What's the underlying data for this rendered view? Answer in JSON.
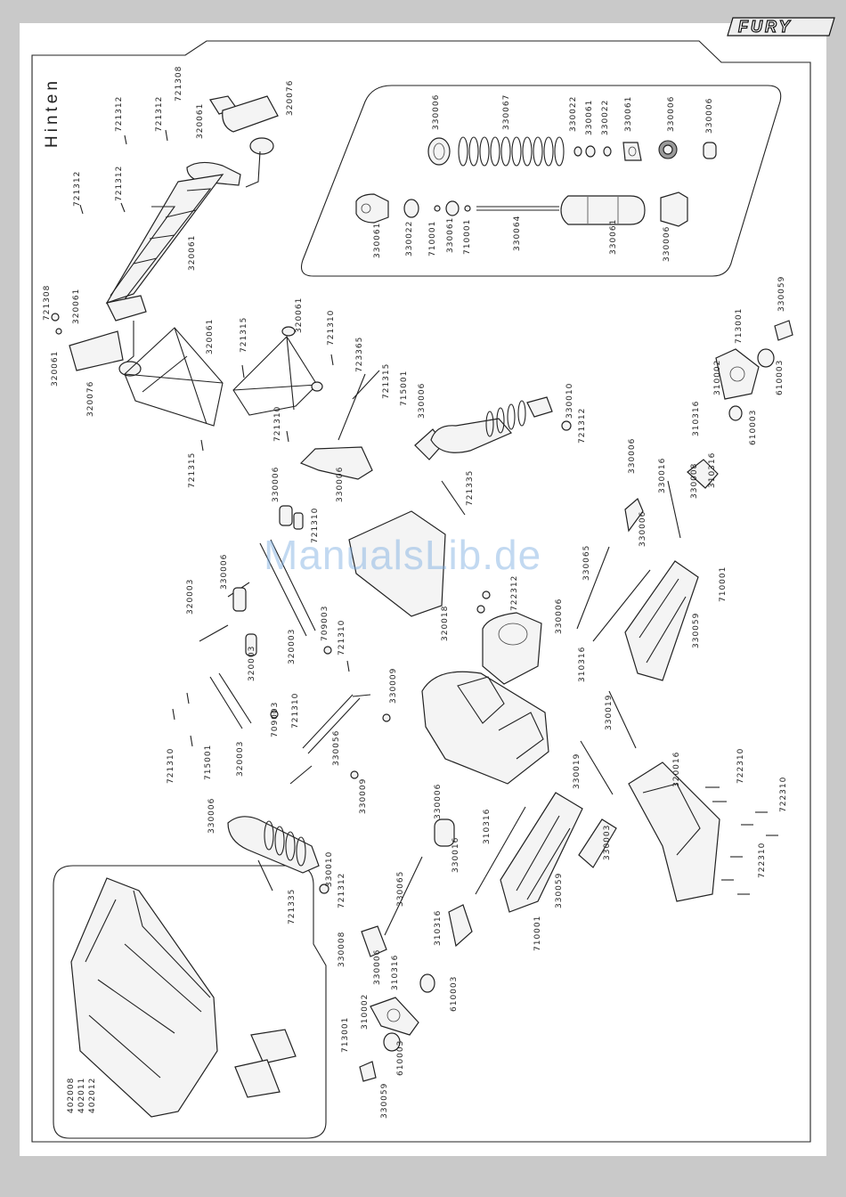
{
  "brand": {
    "logo_text": "FURY",
    "watermark": "ManualsLib.de"
  },
  "title": "Hinten",
  "colors": {
    "accent": "#7ab0e6",
    "ink": "#222222",
    "frame": "#c9c9c9"
  },
  "part_labels": [
    {
      "id": "l1",
      "text": "721308"
    },
    {
      "id": "l2",
      "text": "721312"
    },
    {
      "id": "l3",
      "text": "721312"
    },
    {
      "id": "l4",
      "text": "320061"
    },
    {
      "id": "l5",
      "text": "320076"
    },
    {
      "id": "l6",
      "text": "721312"
    },
    {
      "id": "l7",
      "text": "721312"
    },
    {
      "id": "l8",
      "text": "320061"
    },
    {
      "id": "l9",
      "text": "721308"
    },
    {
      "id": "l10",
      "text": "320061"
    },
    {
      "id": "l11",
      "text": "320061"
    },
    {
      "id": "l12",
      "text": "320076"
    },
    {
      "id": "l13",
      "text": "320061"
    },
    {
      "id": "l14",
      "text": "721315"
    },
    {
      "id": "l15",
      "text": "320061"
    },
    {
      "id": "l16",
      "text": "721310"
    },
    {
      "id": "l17",
      "text": "721315"
    },
    {
      "id": "l18",
      "text": "721310"
    },
    {
      "id": "l19",
      "text": "723365"
    },
    {
      "id": "l20",
      "text": "721315"
    },
    {
      "id": "l21",
      "text": "715001"
    },
    {
      "id": "l22",
      "text": "330006"
    },
    {
      "id": "l23",
      "text": "330010"
    },
    {
      "id": "l24",
      "text": "721312"
    },
    {
      "id": "l25",
      "text": "330006"
    },
    {
      "id": "l26",
      "text": "330006"
    },
    {
      "id": "l27",
      "text": "721335"
    },
    {
      "id": "l28",
      "text": "721310"
    },
    {
      "id": "l29",
      "text": "330006"
    },
    {
      "id": "l30",
      "text": "320003"
    },
    {
      "id": "l31",
      "text": "709003"
    },
    {
      "id": "l32",
      "text": "721310"
    },
    {
      "id": "l33",
      "text": "320003"
    },
    {
      "id": "l34",
      "text": "320003"
    },
    {
      "id": "l35",
      "text": "320018"
    },
    {
      "id": "l36",
      "text": "722312"
    },
    {
      "id": "l37",
      "text": "330006"
    },
    {
      "id": "l38",
      "text": "330065"
    },
    {
      "id": "l39",
      "text": "709003"
    },
    {
      "id": "l40",
      "text": "721310"
    },
    {
      "id": "l41",
      "text": "330056"
    },
    {
      "id": "l42",
      "text": "330009"
    },
    {
      "id": "l43",
      "text": "320003"
    },
    {
      "id": "l44",
      "text": "715001"
    },
    {
      "id": "l45",
      "text": "721310"
    },
    {
      "id": "l46",
      "text": "330009"
    },
    {
      "id": "l47",
      "text": "330006"
    },
    {
      "id": "l48",
      "text": "330010"
    },
    {
      "id": "l49",
      "text": "721312"
    },
    {
      "id": "l50",
      "text": "721335"
    },
    {
      "id": "l51",
      "text": "330008"
    },
    {
      "id": "l52",
      "text": "330006"
    },
    {
      "id": "l53",
      "text": "330065"
    },
    {
      "id": "l54",
      "text": "330016"
    },
    {
      "id": "l55",
      "text": "310316"
    },
    {
      "id": "l56",
      "text": "330006"
    },
    {
      "id": "l57",
      "text": "310316"
    },
    {
      "id": "l58",
      "text": "610003"
    },
    {
      "id": "l59",
      "text": "310316"
    },
    {
      "id": "l60",
      "text": "310002"
    },
    {
      "id": "l61",
      "text": "713001"
    },
    {
      "id": "l62",
      "text": "610003"
    },
    {
      "id": "l63",
      "text": "330059"
    },
    {
      "id": "l64",
      "text": "330059"
    },
    {
      "id": "l65",
      "text": "710001"
    },
    {
      "id": "l66",
      "text": "330003"
    },
    {
      "id": "l67",
      "text": "330019"
    },
    {
      "id": "l68",
      "text": "330019"
    },
    {
      "id": "l69",
      "text": "310316"
    },
    {
      "id": "l70",
      "text": "330006"
    },
    {
      "id": "l71",
      "text": "320016"
    },
    {
      "id": "l72",
      "text": "722310"
    },
    {
      "id": "l73",
      "text": "722310"
    },
    {
      "id": "l74",
      "text": "722310"
    },
    {
      "id": "l75",
      "text": "330059"
    },
    {
      "id": "l76",
      "text": "710001"
    },
    {
      "id": "l77",
      "text": "330016"
    },
    {
      "id": "l78",
      "text": "330006"
    },
    {
      "id": "l79",
      "text": "330008"
    },
    {
      "id": "l80",
      "text": "310316"
    },
    {
      "id": "l81",
      "text": "610003"
    },
    {
      "id": "l82",
      "text": "310316"
    },
    {
      "id": "l83",
      "text": "310002"
    },
    {
      "id": "l84",
      "text": "713001"
    },
    {
      "id": "l85",
      "text": "610003"
    },
    {
      "id": "l86",
      "text": "330059"
    },
    {
      "id": "l87",
      "text": "330006"
    },
    {
      "id": "l88",
      "text": "330067"
    },
    {
      "id": "l89",
      "text": "330022"
    },
    {
      "id": "l90",
      "text": "330061"
    },
    {
      "id": "l91",
      "text": "330022"
    },
    {
      "id": "l92",
      "text": "330061"
    },
    {
      "id": "l93",
      "text": "330006"
    },
    {
      "id": "l94",
      "text": "330006"
    },
    {
      "id": "l95",
      "text": "330061"
    },
    {
      "id": "l96",
      "text": "330022"
    },
    {
      "id": "l97",
      "text": "710001"
    },
    {
      "id": "l98",
      "text": "330061"
    },
    {
      "id": "l99",
      "text": "710001"
    },
    {
      "id": "l100",
      "text": "330064"
    },
    {
      "id": "l101",
      "text": "330061"
    },
    {
      "id": "l102",
      "text": "330006"
    },
    {
      "id": "l103",
      "text": "402008"
    },
    {
      "id": "l104",
      "text": "402011"
    },
    {
      "id": "l105",
      "text": "402012"
    }
  ]
}
